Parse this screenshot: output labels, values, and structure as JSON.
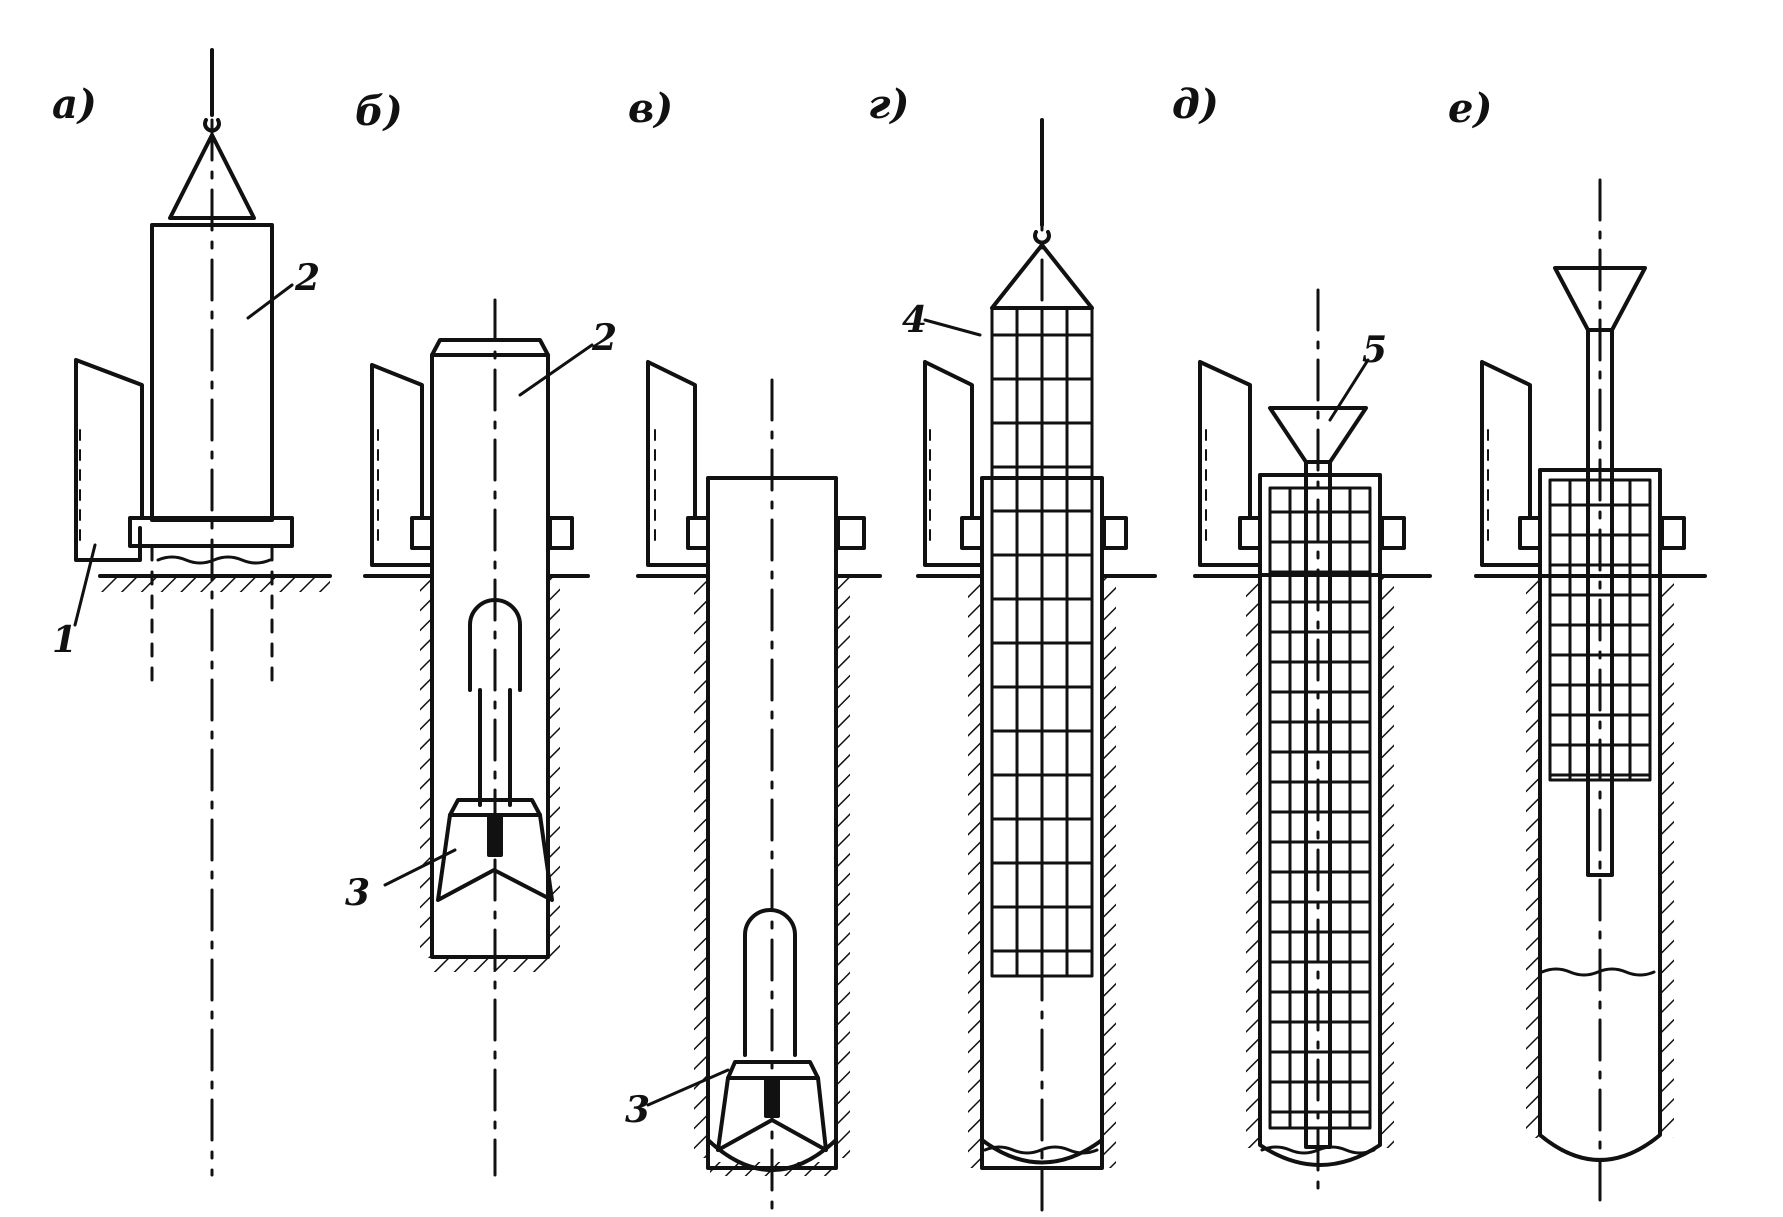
{
  "panels": [
    {
      "id": "a",
      "label": "а)"
    },
    {
      "id": "b",
      "label": "б)"
    },
    {
      "id": "v",
      "label": "в)"
    },
    {
      "id": "g",
      "label": "г)"
    },
    {
      "id": "d",
      "label": "д)"
    },
    {
      "id": "e",
      "label": "е)"
    }
  ],
  "callouts": {
    "n1": "1",
    "n2a": "2",
    "n2b": "2",
    "n3b": "3",
    "n3v": "3",
    "n4": "4",
    "n5": "5"
  },
  "colors": {
    "ink": "#111111",
    "paper": "#ffffff"
  }
}
